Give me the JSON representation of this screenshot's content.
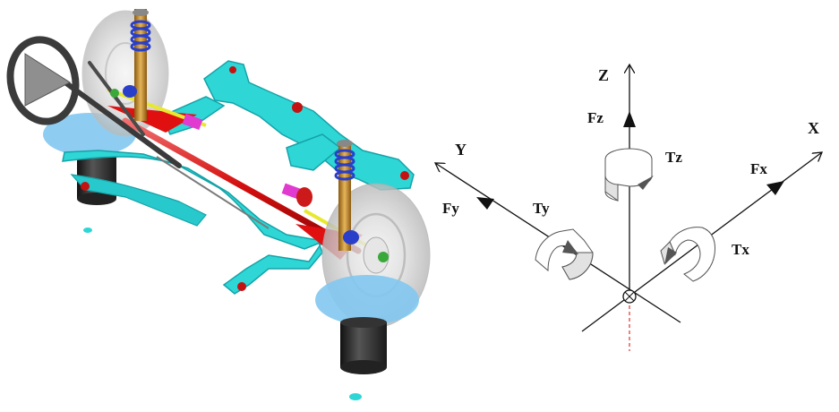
{
  "coordinate_system": {
    "axes": {
      "z": "Z",
      "y": "Y",
      "x": "X"
    },
    "forces": {
      "fz": "Fz",
      "fy": "Fy",
      "fx": "Fx"
    },
    "torques": {
      "tz": "Tz",
      "ty": "Ty",
      "tx": "Tx"
    }
  },
  "colors": {
    "subframe": "#2fd6d6",
    "subframe_dark": "#14a3a8",
    "rack": "#e01010",
    "tire": "#d9d9d9",
    "contact_patch": "#7fc6ee",
    "spring": "#2a3fc9",
    "strut": "#c8962a",
    "axis_line": "#111111",
    "center_dash": "#e03030"
  }
}
